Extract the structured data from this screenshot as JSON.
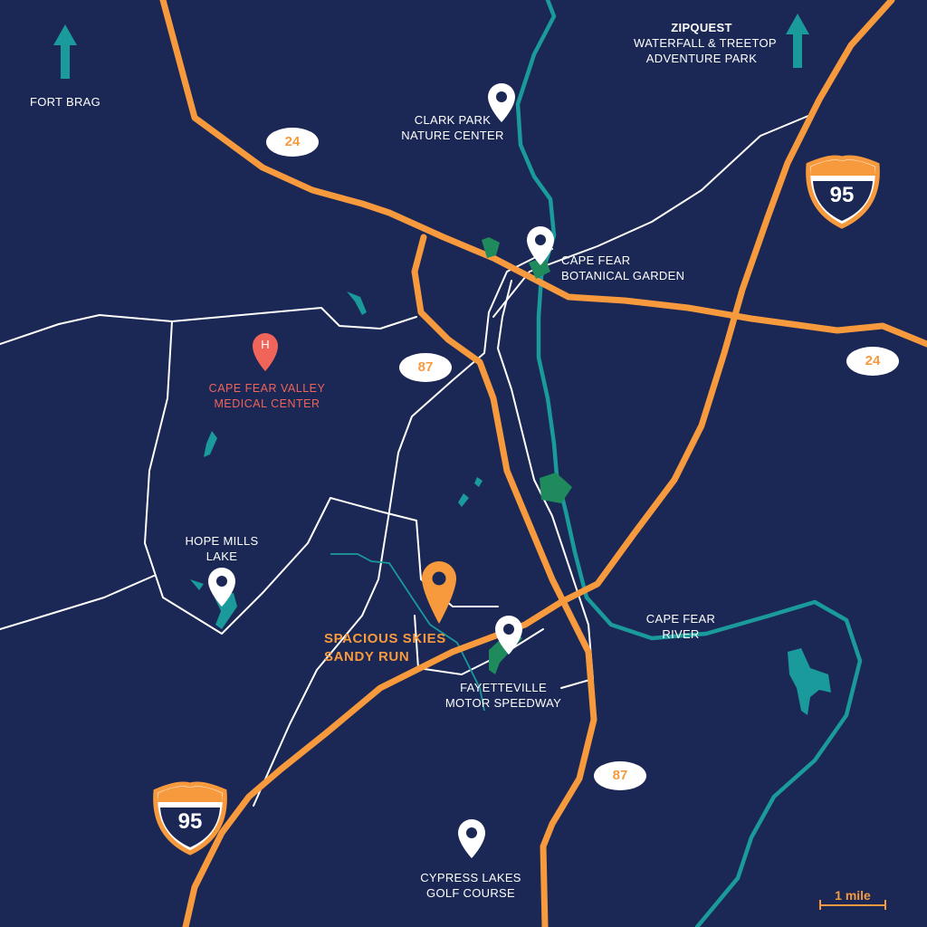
{
  "colors": {
    "background": "#1b2754",
    "highway": "#f79a3e",
    "river": "#1a9a9a",
    "road": "#ffffff",
    "park": "#1f8a5c",
    "hospital": "#f0645a",
    "badge_fill": "#ffffff"
  },
  "direction_labels": {
    "fort_brag": "FORT BRAG",
    "zipquest_name": "ZIPQUEST",
    "zipquest_line1": "WATERFALL & TREETOP",
    "zipquest_line2": "ADVENTURE PARK"
  },
  "places": {
    "clark_park": {
      "line1": "CLARK PARK",
      "line2": "NATURE CENTER",
      "icon": "map-pin-icon"
    },
    "botanical_garden": {
      "line1": "CAPE FEAR",
      "line2": "BOTANICAL GARDEN",
      "icon": "map-pin-icon"
    },
    "hospital": {
      "line1": "CAPE FEAR VALLEY",
      "line2": "MEDICAL CENTER",
      "icon": "hospital-pin-icon",
      "pin_letter": "H"
    },
    "hope_mills": {
      "line1": "HOPE MILLS",
      "line2": "LAKE",
      "icon": "map-pin-icon"
    },
    "home": {
      "line1": "SPACIOUS SKIES",
      "line2": "SANDY RUN",
      "icon": "home-pin-icon"
    },
    "speedway": {
      "line1": "FAYETTEVILLE",
      "line2": "MOTOR SPEEDWAY",
      "icon": "map-pin-icon"
    },
    "cypress_lakes": {
      "line1": "CYPRESS LAKES",
      "line2": "GOLF COURSE",
      "icon": "map-pin-icon"
    },
    "river": {
      "line1": "CAPE FEAR",
      "line2": "RIVER"
    }
  },
  "route_badges": {
    "r24_west": "24",
    "r24_east": "24",
    "r87_north": "87",
    "r87_south": "87"
  },
  "interstate_shields": {
    "i95_north": "95",
    "i95_south": "95"
  },
  "scale": {
    "label": "1 mile"
  }
}
